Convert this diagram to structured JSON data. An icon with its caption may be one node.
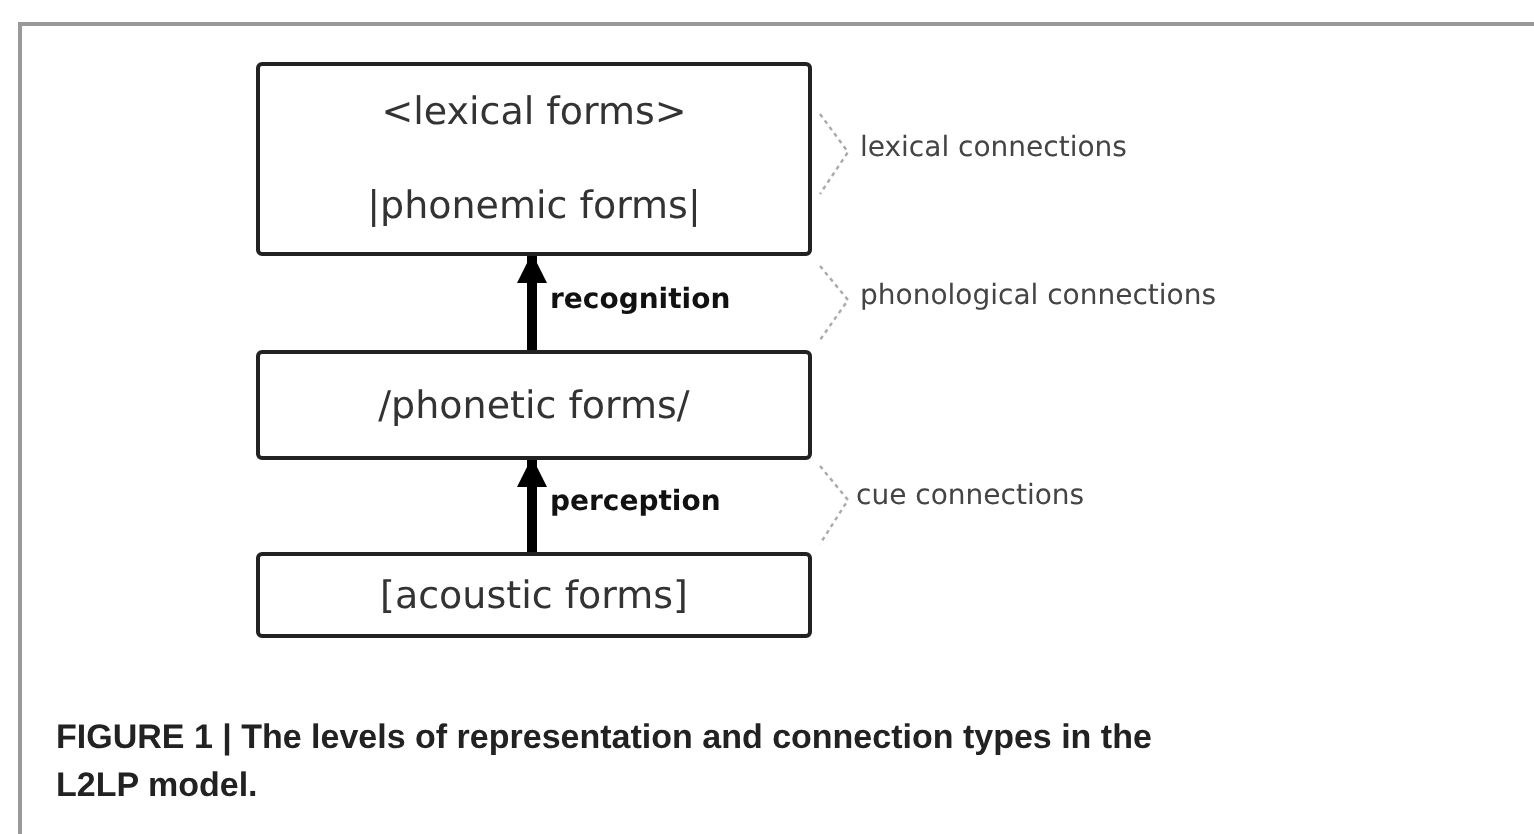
{
  "diagram": {
    "caption": "FIGURE 1 | The levels of representation and connection types in the L2LP model.",
    "nodes": [
      {
        "text": [
          "<lexical forms>",
          "|phonemic forms|"
        ]
      },
      {
        "text": [
          "/phonetic forms/"
        ]
      },
      {
        "text": [
          "[acoustic forms]"
        ]
      }
    ],
    "edges": [
      {
        "from": 1,
        "to": 0,
        "arrow": "to",
        "label": "recognition"
      },
      {
        "from": 2,
        "to": 1,
        "arrow": "to",
        "label": "perception"
      }
    ],
    "labels": [
      "lexical connections",
      "phonological connections",
      "cue connections"
    ]
  }
}
